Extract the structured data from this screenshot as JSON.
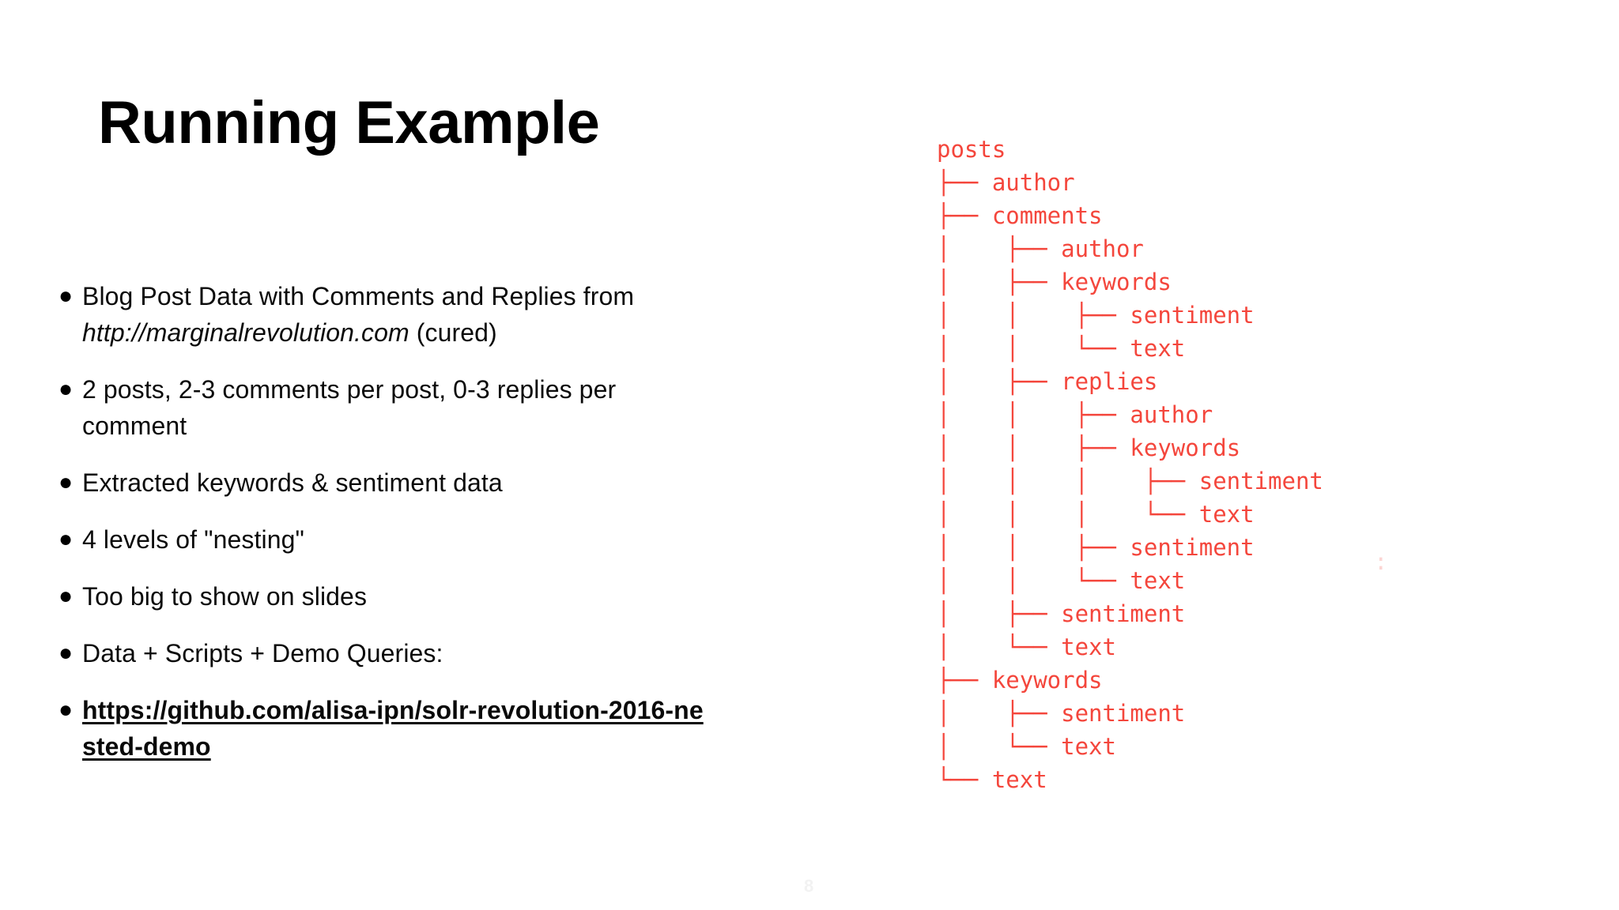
{
  "slide": {
    "title": "Running Example",
    "page_number": "8",
    "accent_color": "#f4463c",
    "text_color": "#0a0a0a",
    "background_color": "#ffffff"
  },
  "bullets": [
    {
      "marker": "●",
      "segments": [
        {
          "text": "Blog Post Data with Comments and Replies from ",
          "style": "normal"
        },
        {
          "text": "http://marginalrevolution.com",
          "style": "italic"
        },
        {
          "text": "  (cured)",
          "style": "normal"
        }
      ],
      "plain": "Blog Post Data with Comments and Replies from http://marginalrevolution.com  (cured)"
    },
    {
      "marker": "●",
      "segments": [
        {
          "text": "2 posts, 2-3 comments per post, 0-3 replies per comment",
          "style": "normal"
        }
      ],
      "plain": "2 posts, 2-3 comments per post, 0-3 replies per comment"
    },
    {
      "marker": "●",
      "segments": [
        {
          "text": "Extracted keywords & sentiment data",
          "style": "normal"
        }
      ],
      "plain": "Extracted keywords & sentiment data"
    },
    {
      "marker": "●",
      "segments": [
        {
          "text": "4 levels of \"nesting\"",
          "style": "normal"
        }
      ],
      "plain": "4 levels of \"nesting\""
    },
    {
      "marker": "●",
      "segments": [
        {
          "text": "Too big to show on slides",
          "style": "normal"
        }
      ],
      "plain": "Too big to show on slides"
    },
    {
      "marker": "●",
      "segments": [
        {
          "text": "Data + Scripts + Demo Queries:",
          "style": "normal"
        }
      ],
      "plain": "Data + Scripts + Demo Queries:"
    },
    {
      "marker": "●",
      "segments": [
        {
          "text": "https://github.com/alisa-ipn/solr-revolution-2016-nested-demo",
          "style": "link"
        }
      ],
      "plain": "https://github.com/alisa-ipn/solr-revolution-2016-nested-demo"
    }
  ],
  "tree": {
    "root": "posts",
    "artifact": ":",
    "lines": [
      "posts",
      "├── author",
      "├── comments",
      "│    ├── author",
      "│    ├── keywords",
      "│    │    ├── sentiment",
      "│    │    └── text",
      "│    ├── replies",
      "│    │    ├── author",
      "│    │    ├── keywords",
      "│    │    │    ├── sentiment",
      "│    │    │    └── text",
      "│    │    ├── sentiment",
      "│    │    └── text",
      "│    ├── sentiment",
      "│    └── text",
      "├── keywords",
      "│    ├── sentiment",
      "│    └── text",
      "└── text"
    ],
    "nodes": [
      {
        "label": "posts",
        "depth": 0
      },
      {
        "label": "author",
        "depth": 1
      },
      {
        "label": "comments",
        "depth": 1
      },
      {
        "label": "author",
        "depth": 2
      },
      {
        "label": "keywords",
        "depth": 2
      },
      {
        "label": "sentiment",
        "depth": 3
      },
      {
        "label": "text",
        "depth": 3
      },
      {
        "label": "replies",
        "depth": 2
      },
      {
        "label": "author",
        "depth": 3
      },
      {
        "label": "keywords",
        "depth": 3
      },
      {
        "label": "sentiment",
        "depth": 4
      },
      {
        "label": "text",
        "depth": 4
      },
      {
        "label": "sentiment",
        "depth": 3
      },
      {
        "label": "text",
        "depth": 3
      },
      {
        "label": "sentiment",
        "depth": 2
      },
      {
        "label": "text",
        "depth": 2
      },
      {
        "label": "keywords",
        "depth": 1
      },
      {
        "label": "sentiment",
        "depth": 2
      },
      {
        "label": "text",
        "depth": 2
      },
      {
        "label": "text",
        "depth": 1
      }
    ]
  }
}
